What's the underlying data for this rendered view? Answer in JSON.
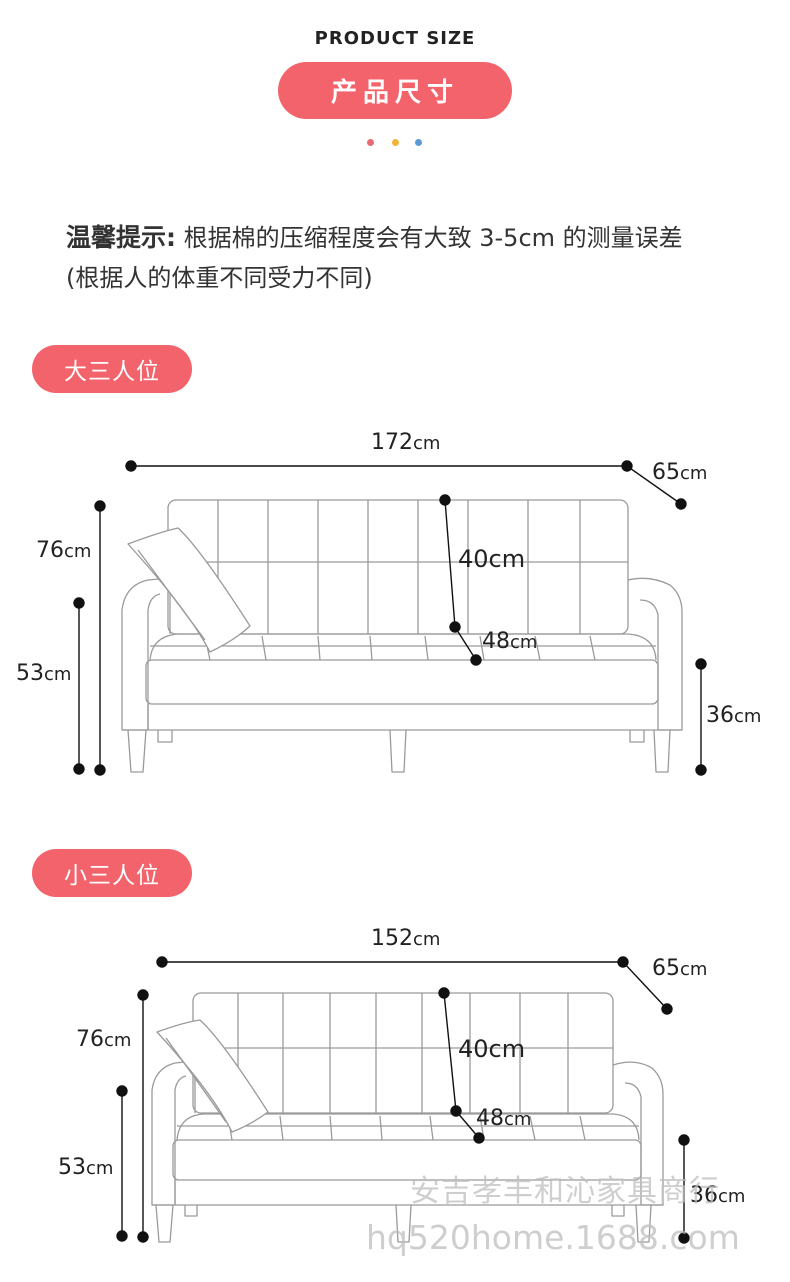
{
  "header": {
    "title_en": "PRODUCT SIZE",
    "title_cn": "产品尺寸",
    "dot_colors": [
      "#e86a73",
      "#f2b33b",
      "#5b9bd5"
    ]
  },
  "notice": {
    "label": "温馨提示:",
    "text": " 根据棉的压缩程度会有大致 3-5cm 的测量误差",
    "text2": "(根据人的体重不同受力不同)"
  },
  "sections": [
    {
      "label": "大三人位",
      "dims": {
        "width_num": "172",
        "depth_num": "65",
        "height_num": "76",
        "arm_num": "53",
        "back_num": "40",
        "seat_depth_num": "48",
        "seat_num": "36",
        "unit": "cm"
      }
    },
    {
      "label": "小三人位",
      "dims": {
        "width_num": "152",
        "depth_num": "65",
        "height_num": "76",
        "arm_num": "53",
        "back_num": "40",
        "seat_depth_num": "48",
        "seat_num": "36",
        "unit": "cm"
      }
    }
  ],
  "watermark": {
    "line1": "安吉孝丰和沁家具商行",
    "line2": "hq520home.1688.com"
  },
  "colors": {
    "accent": "#f2636b"
  }
}
